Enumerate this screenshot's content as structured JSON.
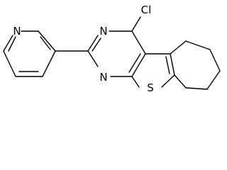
{
  "molecule": {
    "atoms": {
      "pyridine_n": "N",
      "pyrimidine_n3": "N",
      "pyrimidine_n1": "N",
      "chlorine": "Cl",
      "sulfur": "S"
    }
  }
}
